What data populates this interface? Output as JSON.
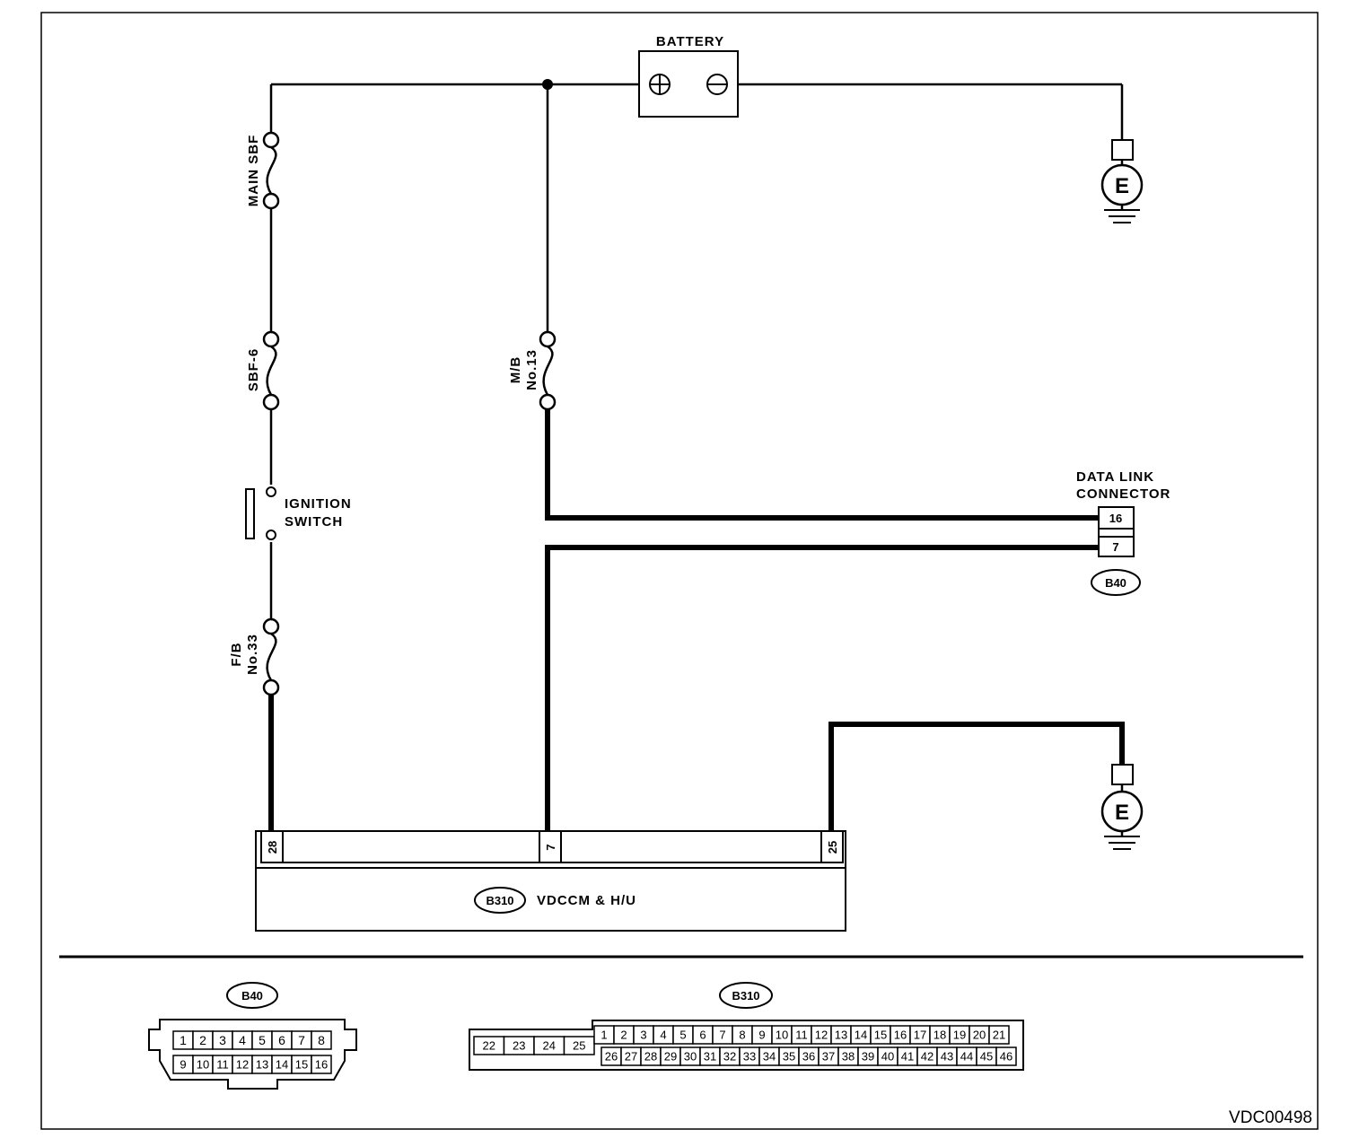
{
  "diagram": {
    "battery": {
      "label": "BATTERY"
    },
    "fuses": {
      "main_sbf": "MAIN SBF",
      "sbf6": "SBF-6",
      "mb_line1": "M/B",
      "mb_line2": "No.13",
      "fb_line1": "F/B",
      "fb_line2": "No.33"
    },
    "ignition": {
      "line1": "IGNITION",
      "line2": "SWITCH"
    },
    "ground_label": "E",
    "dlc": {
      "title_line1": "DATA LINK",
      "title_line2": "CONNECTOR",
      "pin_top": "16",
      "pin_bottom": "7",
      "code": "B40"
    },
    "module": {
      "code": "B310",
      "name": "VDCCM & H/U",
      "pins": [
        "28",
        "7",
        "25"
      ]
    },
    "connectors": {
      "b40": {
        "code": "B40",
        "row1": [
          "1",
          "2",
          "3",
          "4",
          "5",
          "6",
          "7",
          "8"
        ],
        "row2": [
          "9",
          "10",
          "11",
          "12",
          "13",
          "14",
          "15",
          "16"
        ]
      },
      "b310": {
        "code": "B310",
        "left": [
          "22",
          "23",
          "24",
          "25"
        ],
        "row1": [
          "1",
          "2",
          "3",
          "4",
          "5",
          "6",
          "7",
          "8",
          "9",
          "10",
          "11",
          "12",
          "13",
          "14",
          "15",
          "16",
          "17",
          "18",
          "19",
          "20",
          "21"
        ],
        "row2": [
          "26",
          "27",
          "28",
          "29",
          "30",
          "31",
          "32",
          "33",
          "34",
          "35",
          "36",
          "37",
          "38",
          "39",
          "40",
          "41",
          "42",
          "43",
          "44",
          "45",
          "46"
        ]
      }
    },
    "reference": "VDC00498"
  }
}
